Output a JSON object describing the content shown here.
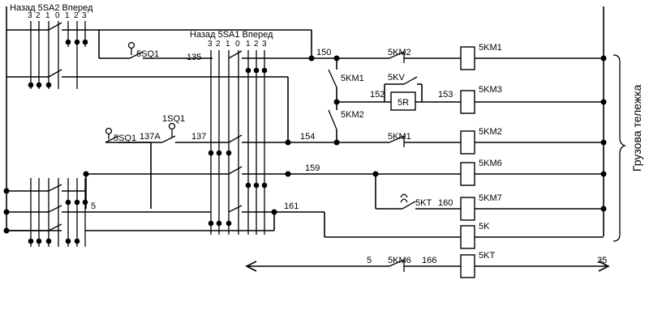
{
  "switch_5sa2": {
    "title": "Назад 5SA2 Вперед",
    "positions": [
      "3",
      "2",
      "1",
      "0",
      "1",
      "2",
      "3"
    ]
  },
  "switch_5sa1": {
    "title": "Назад 5SA1 Вперед",
    "positions": [
      "3",
      "2",
      "1",
      "0",
      "1",
      "2",
      "3"
    ]
  },
  "limit_switches": {
    "sq_5_top": "5SQ1",
    "sq_5_low": "5SQ1",
    "sq_1": "1SQ1"
  },
  "wires": {
    "w135": "135",
    "w150": "150",
    "w152": "152",
    "w153": "153",
    "w154": "154",
    "w137a": "137A",
    "w137": "137",
    "w159": "159",
    "w160": "160",
    "w161": "161",
    "w5": "5",
    "w5b": "5",
    "w166": "166",
    "w35": "35"
  },
  "contacts": {
    "km1_nc": "5KM1",
    "km2_nc": "5KM2",
    "km2_no": "5KM2",
    "km1_no": "5KM1",
    "kv": "5KV",
    "kt": "5KT",
    "km6": "5KM6"
  },
  "resistor": "5R",
  "coils": [
    "5KM1",
    "5KM3",
    "5KM2",
    "5KM6",
    "5KM7",
    "5K",
    "5KT"
  ],
  "side_label": "Грузова тележка"
}
